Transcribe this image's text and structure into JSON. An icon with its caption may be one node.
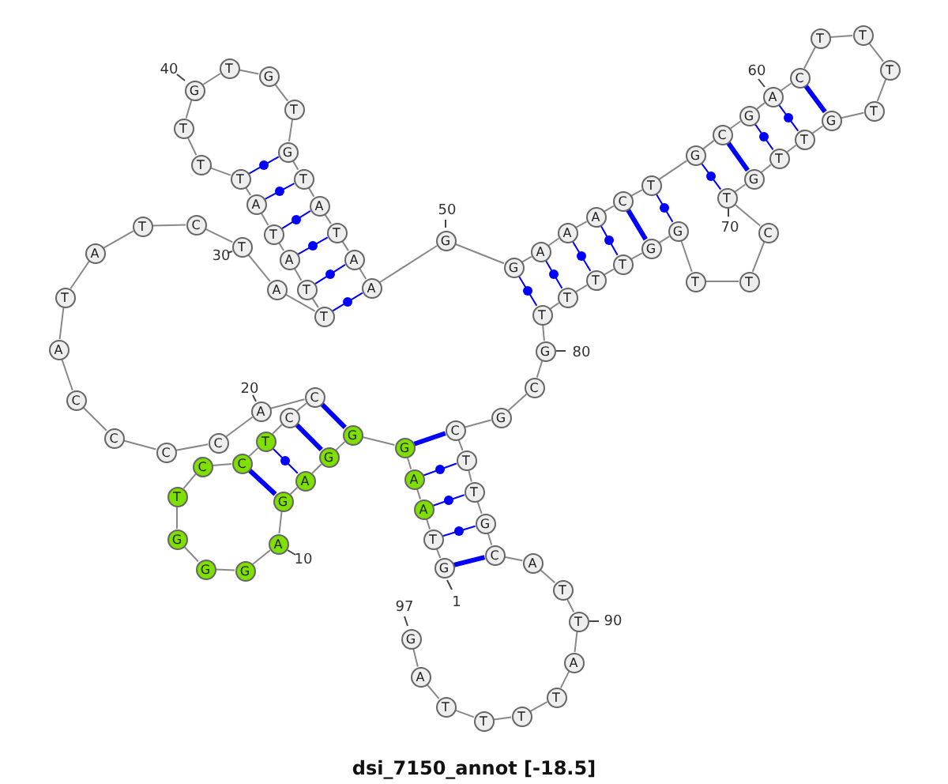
{
  "diagram": {
    "title": "dsi_7150_annot [-18.5]",
    "nodes": [
      {
        "text": [
          "G"
        ],
        "beside": [
          "1"
        ]
      },
      {
        "text": [
          "T"
        ]
      },
      {
        "text": [
          "A"
        ]
      },
      {
        "text": [
          "A"
        ]
      },
      {
        "text": [
          "G"
        ]
      },
      {
        "text": [
          "G"
        ]
      },
      {
        "text": [
          "G"
        ]
      },
      {
        "text": [
          "A"
        ]
      },
      {
        "text": [
          "G"
        ]
      },
      {
        "text": [
          "A"
        ],
        "beside": [
          "10"
        ]
      },
      {
        "text": [
          "G"
        ]
      },
      {
        "text": [
          "G"
        ]
      },
      {
        "text": [
          "G"
        ]
      },
      {
        "text": [
          "T"
        ]
      },
      {
        "text": [
          "C"
        ]
      },
      {
        "text": [
          "C"
        ]
      },
      {
        "text": [
          "T"
        ]
      },
      {
        "text": [
          "C"
        ]
      },
      {
        "text": [
          "C"
        ]
      },
      {
        "text": [
          "A"
        ],
        "beside": [
          "20"
        ]
      },
      {
        "text": [
          "C"
        ]
      },
      {
        "text": [
          "C"
        ]
      },
      {
        "text": [
          "C"
        ]
      },
      {
        "text": [
          "C"
        ]
      },
      {
        "text": [
          "A"
        ]
      },
      {
        "text": [
          "T"
        ]
      },
      {
        "text": [
          "A"
        ]
      },
      {
        "text": [
          "T"
        ]
      },
      {
        "text": [
          "C"
        ]
      },
      {
        "text": [
          "T"
        ],
        "beside": [
          "30"
        ]
      },
      {
        "text": [
          "A"
        ]
      },
      {
        "text": [
          "T"
        ]
      },
      {
        "text": [
          "T"
        ]
      },
      {
        "text": [
          "A"
        ]
      },
      {
        "text": [
          "T"
        ]
      },
      {
        "text": [
          "A"
        ]
      },
      {
        "text": [
          "T"
        ]
      },
      {
        "text": [
          "T"
        ]
      },
      {
        "text": [
          "T"
        ]
      },
      {
        "text": [
          "G"
        ],
        "beside": [
          "40"
        ]
      },
      {
        "text": [
          "T"
        ]
      },
      {
        "text": [
          "G"
        ]
      },
      {
        "text": [
          "T"
        ]
      },
      {
        "text": [
          "G"
        ]
      },
      {
        "text": [
          "T"
        ]
      },
      {
        "text": [
          "A"
        ]
      },
      {
        "text": [
          "T"
        ]
      },
      {
        "text": [
          "A"
        ]
      },
      {
        "text": [
          "A"
        ]
      },
      {
        "text": [
          "G"
        ],
        "beside": [
          "50"
        ]
      },
      {
        "text": [
          "G"
        ]
      },
      {
        "text": [
          "A"
        ]
      },
      {
        "text": [
          "A"
        ]
      },
      {
        "text": [
          "A"
        ]
      },
      {
        "text": [
          "C"
        ]
      },
      {
        "text": [
          "T"
        ]
      },
      {
        "text": [
          "G"
        ]
      },
      {
        "text": [
          "C"
        ]
      },
      {
        "text": [
          "G"
        ]
      },
      {
        "text": [
          "A"
        ],
        "beside": [
          "60"
        ]
      },
      {
        "text": [
          "C"
        ]
      },
      {
        "text": [
          "T"
        ]
      },
      {
        "text": [
          "T"
        ]
      },
      {
        "text": [
          "T"
        ]
      },
      {
        "text": [
          "T"
        ]
      },
      {
        "text": [
          "G"
        ]
      },
      {
        "text": [
          "T"
        ]
      },
      {
        "text": [
          "T"
        ]
      },
      {
        "text": [
          "G"
        ]
      },
      {
        "text": [
          "T"
        ],
        "beside": [
          "70"
        ]
      },
      {
        "text": [
          "C"
        ]
      },
      {
        "text": [
          "T"
        ]
      },
      {
        "text": [
          "T"
        ]
      },
      {
        "text": [
          "G"
        ]
      },
      {
        "text": [
          "G"
        ]
      },
      {
        "text": [
          "T"
        ]
      },
      {
        "text": [
          "T"
        ]
      },
      {
        "text": [
          "T"
        ]
      },
      {
        "text": [
          "T"
        ]
      },
      {
        "text": [
          "G"
        ],
        "beside": [
          "80"
        ]
      },
      {
        "text": [
          "C"
        ]
      },
      {
        "text": [
          "G"
        ]
      },
      {
        "text": [
          "C"
        ]
      },
      {
        "text": [
          "T"
        ]
      },
      {
        "text": [
          "T"
        ]
      },
      {
        "text": [
          "G"
        ]
      },
      {
        "text": [
          "C"
        ]
      },
      {
        "text": [
          "A"
        ]
      },
      {
        "text": [
          "T"
        ]
      },
      {
        "text": [
          "T"
        ],
        "beside": [
          "90"
        ]
      },
      {
        "text": [
          "A"
        ]
      },
      {
        "text": [
          "T"
        ]
      },
      {
        "text": [
          "T"
        ]
      },
      {
        "text": [
          "T"
        ]
      },
      {
        "text": [
          "T"
        ]
      },
      {
        "text": [
          "A"
        ]
      },
      {
        "text": [
          "G"
        ],
        "beside": [
          "97"
        ]
      }
    ],
    "edges": [
      {
        "from": 0,
        "to": 1,
        "arrow": "none"
      },
      {
        "from": 1,
        "to": 2,
        "arrow": "none"
      },
      {
        "from": 2,
        "to": 3,
        "arrow": "none"
      },
      {
        "from": 3,
        "to": 4,
        "arrow": "none"
      },
      {
        "from": 4,
        "to": 5,
        "arrow": "none"
      },
      {
        "from": 5,
        "to": 6,
        "arrow": "none"
      },
      {
        "from": 6,
        "to": 7,
        "arrow": "none"
      },
      {
        "from": 7,
        "to": 8,
        "arrow": "none"
      },
      {
        "from": 8,
        "to": 9,
        "arrow": "none"
      },
      {
        "from": 9,
        "to": 10,
        "arrow": "none"
      },
      {
        "from": 10,
        "to": 11,
        "arrow": "none"
      },
      {
        "from": 11,
        "to": 12,
        "arrow": "none"
      },
      {
        "from": 12,
        "to": 13,
        "arrow": "none"
      },
      {
        "from": 13,
        "to": 14,
        "arrow": "none"
      },
      {
        "from": 14,
        "to": 15,
        "arrow": "none"
      },
      {
        "from": 15,
        "to": 16,
        "arrow": "none"
      },
      {
        "from": 16,
        "to": 17,
        "arrow": "none"
      },
      {
        "from": 17,
        "to": 18,
        "arrow": "none"
      },
      {
        "from": 18,
        "to": 19,
        "arrow": "none"
      },
      {
        "from": 19,
        "to": 20,
        "arrow": "none"
      },
      {
        "from": 20,
        "to": 21,
        "arrow": "none"
      },
      {
        "from": 21,
        "to": 22,
        "arrow": "none"
      },
      {
        "from": 22,
        "to": 23,
        "arrow": "none"
      },
      {
        "from": 23,
        "to": 24,
        "arrow": "none"
      },
      {
        "from": 24,
        "to": 25,
        "arrow": "none"
      },
      {
        "from": 25,
        "to": 26,
        "arrow": "none"
      },
      {
        "from": 26,
        "to": 27,
        "arrow": "none"
      },
      {
        "from": 27,
        "to": 28,
        "arrow": "none"
      },
      {
        "from": 28,
        "to": 29,
        "arrow": "none"
      },
      {
        "from": 29,
        "to": 30,
        "arrow": "none"
      },
      {
        "from": 30,
        "to": 31,
        "arrow": "none"
      },
      {
        "from": 31,
        "to": 32,
        "arrow": "none"
      },
      {
        "from": 32,
        "to": 33,
        "arrow": "none"
      },
      {
        "from": 33,
        "to": 34,
        "arrow": "none"
      },
      {
        "from": 34,
        "to": 35,
        "arrow": "none"
      },
      {
        "from": 35,
        "to": 36,
        "arrow": "none"
      },
      {
        "from": 36,
        "to": 37,
        "arrow": "none"
      },
      {
        "from": 37,
        "to": 38,
        "arrow": "none"
      },
      {
        "from": 38,
        "to": 39,
        "arrow": "none"
      },
      {
        "from": 39,
        "to": 40,
        "arrow": "none"
      },
      {
        "from": 40,
        "to": 41,
        "arrow": "none"
      },
      {
        "from": 41,
        "to": 42,
        "arrow": "none"
      },
      {
        "from": 42,
        "to": 43,
        "arrow": "none"
      },
      {
        "from": 43,
        "to": 44,
        "arrow": "none"
      },
      {
        "from": 44,
        "to": 45,
        "arrow": "none"
      },
      {
        "from": 45,
        "to": 46,
        "arrow": "none"
      },
      {
        "from": 46,
        "to": 47,
        "arrow": "none"
      },
      {
        "from": 47,
        "to": 48,
        "arrow": "none"
      },
      {
        "from": 48,
        "to": 49,
        "arrow": "none"
      },
      {
        "from": 49,
        "to": 50,
        "arrow": "none"
      },
      {
        "from": 50,
        "to": 51,
        "arrow": "none"
      },
      {
        "from": 51,
        "to": 52,
        "arrow": "none"
      },
      {
        "from": 52,
        "to": 53,
        "arrow": "none"
      },
      {
        "from": 53,
        "to": 54,
        "arrow": "none"
      },
      {
        "from": 54,
        "to": 55,
        "arrow": "none"
      },
      {
        "from": 55,
        "to": 56,
        "arrow": "none"
      },
      {
        "from": 56,
        "to": 57,
        "arrow": "none"
      },
      {
        "from": 57,
        "to": 58,
        "arrow": "none"
      },
      {
        "from": 58,
        "to": 59,
        "arrow": "none"
      },
      {
        "from": 59,
        "to": 60,
        "arrow": "none"
      },
      {
        "from": 60,
        "to": 61,
        "arrow": "none"
      },
      {
        "from": 61,
        "to": 62,
        "arrow": "none"
      },
      {
        "from": 62,
        "to": 63,
        "arrow": "none"
      },
      {
        "from": 63,
        "to": 64,
        "arrow": "none"
      },
      {
        "from": 64,
        "to": 65,
        "arrow": "none"
      },
      {
        "from": 65,
        "to": 66,
        "arrow": "none"
      },
      {
        "from": 66,
        "to": 67,
        "arrow": "none"
      },
      {
        "from": 67,
        "to": 68,
        "arrow": "none"
      },
      {
        "from": 68,
        "to": 69,
        "arrow": "none"
      },
      {
        "from": 69,
        "to": 70,
        "arrow": "none"
      },
      {
        "from": 70,
        "to": 71,
        "arrow": "none"
      },
      {
        "from": 71,
        "to": 72,
        "arrow": "none"
      },
      {
        "from": 72,
        "to": 73,
        "arrow": "none"
      },
      {
        "from": 73,
        "to": 74,
        "arrow": "none"
      },
      {
        "from": 74,
        "to": 75,
        "arrow": "none"
      },
      {
        "from": 75,
        "to": 76,
        "arrow": "none"
      },
      {
        "from": 76,
        "to": 77,
        "arrow": "none"
      },
      {
        "from": 77,
        "to": 78,
        "arrow": "none"
      },
      {
        "from": 78,
        "to": 79,
        "arrow": "none"
      },
      {
        "from": 79,
        "to": 80,
        "arrow": "none"
      },
      {
        "from": 80,
        "to": 81,
        "arrow": "none"
      },
      {
        "from": 81,
        "to": 82,
        "arrow": "none"
      },
      {
        "from": 82,
        "to": 83,
        "arrow": "none"
      },
      {
        "from": 83,
        "to": 84,
        "arrow": "none"
      },
      {
        "from": 84,
        "to": 85,
        "arrow": "none"
      },
      {
        "from": 85,
        "to": 86,
        "arrow": "none"
      },
      {
        "from": 86,
        "to": 87,
        "arrow": "none"
      },
      {
        "from": 87,
        "to": 88,
        "arrow": "none"
      },
      {
        "from": 88,
        "to": 89,
        "arrow": "none"
      },
      {
        "from": 89,
        "to": 90,
        "arrow": "none"
      },
      {
        "from": 90,
        "to": 91,
        "arrow": "none"
      },
      {
        "from": 91,
        "to": 92,
        "arrow": "none"
      },
      {
        "from": 92,
        "to": 93,
        "arrow": "none"
      },
      {
        "from": 93,
        "to": 94,
        "arrow": "none"
      },
      {
        "from": 94,
        "to": 95,
        "arrow": "none"
      },
      {
        "from": 95,
        "to": 96,
        "arrow": "none"
      },
      {
        "from": 0,
        "to": 86,
        "arrow": "none",
        "style": "thick",
        "color": "#0000ff"
      },
      {
        "from": 1,
        "to": 85,
        "arrow": "none",
        "color": "#0000ff"
      },
      {
        "from": 2,
        "to": 84,
        "arrow": "none",
        "color": "#0000ff"
      },
      {
        "from": 3,
        "to": 83,
        "arrow": "none",
        "color": "#0000ff"
      },
      {
        "from": 4,
        "to": 82,
        "arrow": "none",
        "style": "thick",
        "color": "#0000ff"
      },
      {
        "from": 5,
        "to": 18,
        "arrow": "none",
        "style": "thick",
        "color": "#0000ff"
      },
      {
        "from": 6,
        "to": 17,
        "arrow": "none",
        "style": "thick",
        "color": "#0000ff"
      },
      {
        "from": 7,
        "to": 16,
        "arrow": "none",
        "color": "#0000ff"
      },
      {
        "from": 8,
        "to": 15,
        "arrow": "none",
        "style": "thick",
        "color": "#0000ff"
      },
      {
        "from": 31,
        "to": 48,
        "arrow": "none",
        "color": "#0000ff"
      },
      {
        "from": 32,
        "to": 47,
        "arrow": "none",
        "color": "#0000ff"
      },
      {
        "from": 33,
        "to": 46,
        "arrow": "none",
        "color": "#0000ff"
      },
      {
        "from": 34,
        "to": 45,
        "arrow": "none",
        "color": "#0000ff"
      },
      {
        "from": 35,
        "to": 44,
        "arrow": "none",
        "color": "#0000ff"
      },
      {
        "from": 36,
        "to": 43,
        "arrow": "none",
        "color": "#0000ff"
      },
      {
        "from": 50,
        "to": 78,
        "arrow": "none",
        "color": "#0000ff"
      },
      {
        "from": 51,
        "to": 77,
        "arrow": "none",
        "color": "#0000ff"
      },
      {
        "from": 52,
        "to": 76,
        "arrow": "none",
        "color": "#0000ff"
      },
      {
        "from": 53,
        "to": 75,
        "arrow": "none",
        "color": "#0000ff"
      },
      {
        "from": 54,
        "to": 74,
        "arrow": "none",
        "style": "thick",
        "color": "#0000ff"
      },
      {
        "from": 55,
        "to": 73,
        "arrow": "none",
        "color": "#0000ff"
      },
      {
        "from": 56,
        "to": 69,
        "arrow": "none",
        "color": "#0000ff"
      },
      {
        "from": 57,
        "to": 68,
        "arrow": "none",
        "style": "thick",
        "color": "#0000ff"
      },
      {
        "from": 58,
        "to": 67,
        "arrow": "none",
        "color": "#0000ff"
      },
      {
        "from": 59,
        "to": 66,
        "arrow": "none",
        "color": "#0000ff"
      },
      {
        "from": 60,
        "to": 65,
        "arrow": "none",
        "style": "thick",
        "color": "#0000ff"
      }
    ]
  }
}
